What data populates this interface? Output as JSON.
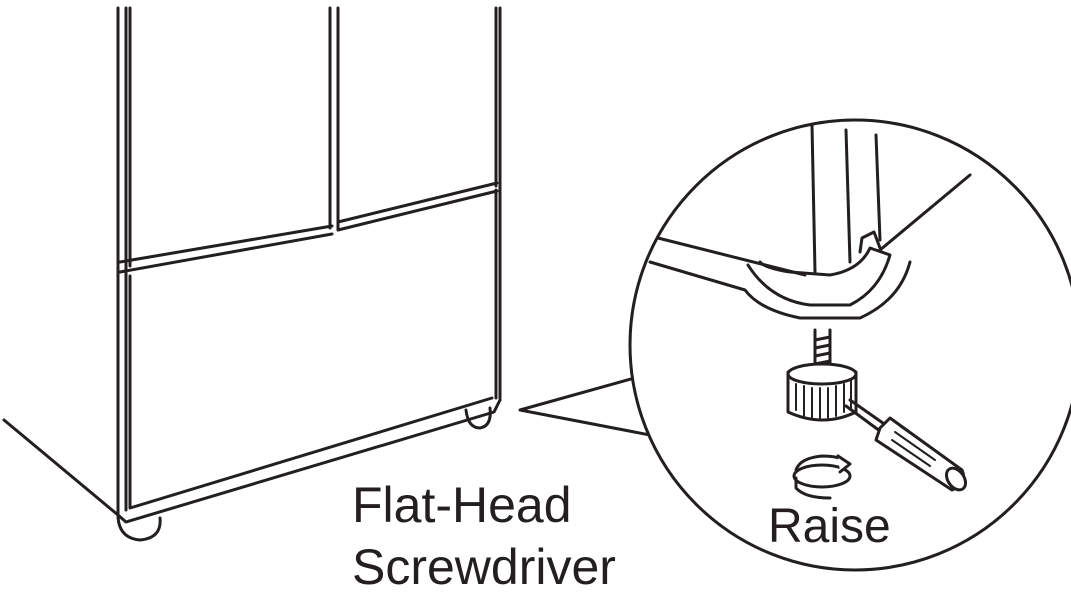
{
  "colors": {
    "line": "#231f20",
    "background": "#ffffff",
    "fill": "#ffffff"
  },
  "labels": {
    "tool_line_1": "Flat-Head",
    "tool_line_2": "Screwdriver",
    "direction": "Raise"
  },
  "icons": {
    "direction_arrow": "rotate-clockwise-icon"
  }
}
